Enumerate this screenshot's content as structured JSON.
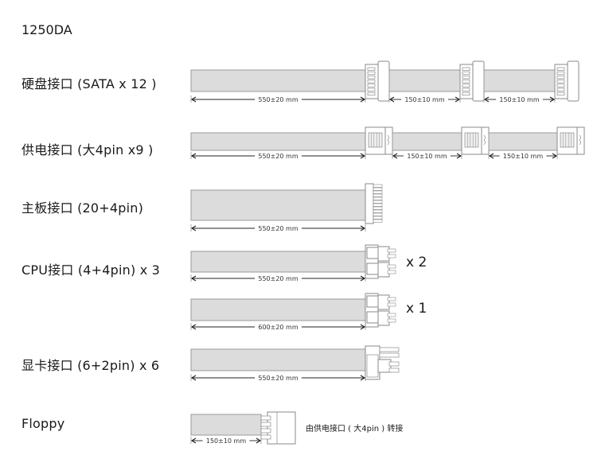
{
  "model": "1250DA",
  "rows": [
    {
      "id": "sata",
      "label": "硬盘接口 (SATA x 12 )",
      "connector": "sata",
      "segments": [
        "550±20 mm",
        "150±10 mm",
        "150±10 mm"
      ]
    },
    {
      "id": "molex",
      "label": "供电接口 (大4pin x9 )",
      "connector": "molex",
      "segments": [
        "550±20 mm",
        "150±10 mm",
        "150±10 mm"
      ]
    },
    {
      "id": "atx",
      "label": "主板接口 (20+4pin)",
      "connector": "atx",
      "segments": [
        "550±20 mm"
      ]
    },
    {
      "id": "cpu",
      "label": "CPU接口 (4+4pin) x 3",
      "connector": "eps",
      "cables": [
        {
          "segment": "550±20 mm",
          "multiplier": "x 2"
        },
        {
          "segment": "600±20 mm",
          "multiplier": "x 1"
        }
      ]
    },
    {
      "id": "gpu",
      "label": "显卡接口 (6+2pin) x 6",
      "connector": "pcie",
      "segments": [
        "550±20 mm"
      ]
    },
    {
      "id": "floppy",
      "label": "Floppy",
      "connector": "floppy",
      "segments": [
        "150±10 mm"
      ],
      "note": "由供电接口 ( 大4pin ) 转接"
    }
  ],
  "colors": {
    "cable_fill": "#dcdcdc",
    "cable_stroke": "#9a9a9a",
    "connector_stroke": "#8a8a8a",
    "arrow": "#222222"
  }
}
